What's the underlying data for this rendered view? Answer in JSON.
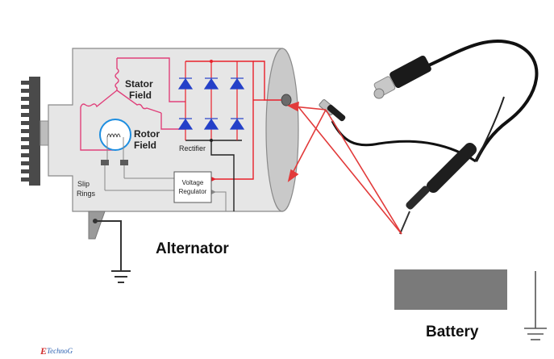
{
  "labels": {
    "stator_field_line1": "Stator",
    "stator_field_line2": "Field",
    "rotor_field_line1": "Rotor",
    "rotor_field_line2": "Field",
    "rectifier": "Rectifier",
    "voltage_regulator_line1": "Voltage",
    "voltage_regulator_line2": "Regulator",
    "slip_rings_line1": "Slip",
    "slip_rings_line2": "Rings",
    "alternator": "Alternator",
    "battery": "Battery"
  },
  "branding": {
    "logo_initial": "E",
    "logo_text": "TechnoG"
  },
  "colors": {
    "housing": "#e6e6e6",
    "housing_edge": "#8a8a8a",
    "pulley": "#4a4a4a",
    "wire_red": "#e8202a",
    "wire_magenta": "#e0407a",
    "wire_black": "#222222",
    "wire_gray": "#888888",
    "diode_blue": "#2440c8",
    "rotor_ring": "#1e8ee0",
    "probe_arrow": "#e23a3a",
    "battery_fill": "#7a7a7a",
    "logo": "#2a5fb0"
  }
}
